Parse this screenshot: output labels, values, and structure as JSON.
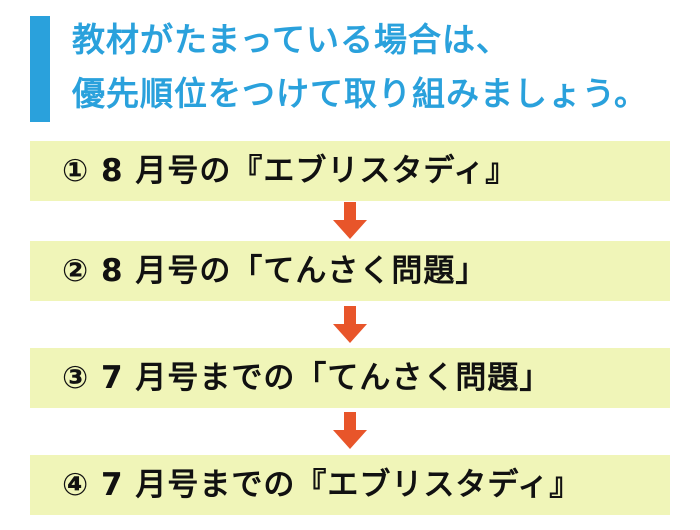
{
  "heading": {
    "line1": "教材がたまっている場合は、",
    "line2": "優先順位をつけて取り組みましょう。"
  },
  "steps": [
    {
      "label": "① 8 月号の『エブリスタディ』"
    },
    {
      "label": "② 8 月号の「てんさく問題」"
    },
    {
      "label": "③ 7 月号までの「てんさく問題」"
    },
    {
      "label": "④ 7 月号までの『エブリスタディ』"
    }
  ],
  "colors": {
    "heading": "#2aa1dc",
    "step_background": "#f0f5b8",
    "arrow": "#e8552a"
  },
  "icons": {
    "connector": "arrow-down-icon"
  }
}
